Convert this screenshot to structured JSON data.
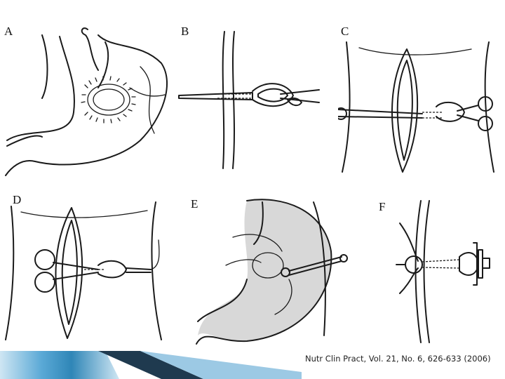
{
  "panels": [
    {
      "id": "a",
      "label": "A"
    },
    {
      "id": "b",
      "label": "B"
    },
    {
      "id": "c",
      "label": "C"
    },
    {
      "id": "d",
      "label": "D"
    },
    {
      "id": "e",
      "label": "E"
    },
    {
      "id": "f",
      "label": "F"
    }
  ],
  "citation": "Nutr Clin Pract, Vol. 21, No. 6, 626-633 (2006)",
  "colors": {
    "footer_dark": "#1f3a4f",
    "footer_mid": "#2f86b7",
    "footer_light": "#cfe6f3",
    "stomach_fill": "#d8d8d8"
  }
}
